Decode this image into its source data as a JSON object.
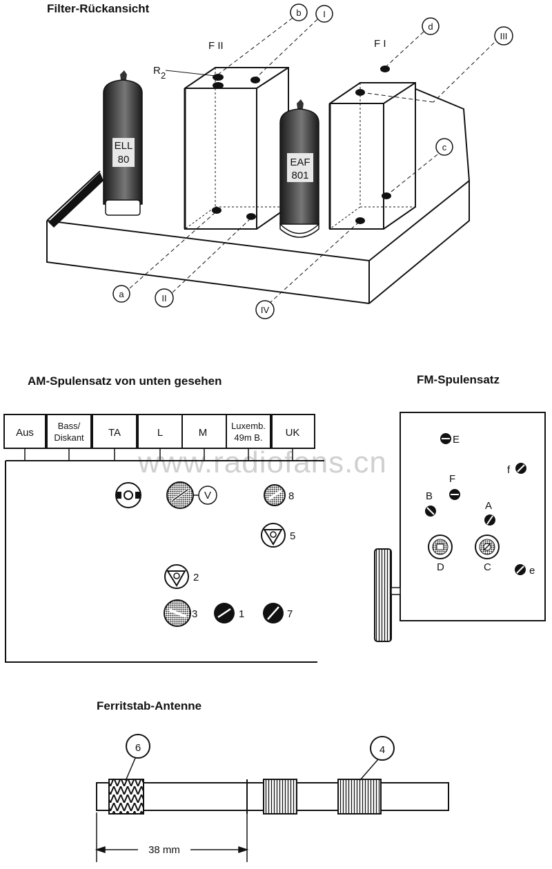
{
  "colors": {
    "ink": "#111111",
    "tube": "#333333",
    "watermark": "#d0d0d0",
    "paper": "#ffffff"
  },
  "section1": {
    "title": "Filter-Rückansicht",
    "labels": {
      "f2": "F II",
      "f1": "F I",
      "r2": "R",
      "r2_sub": "2"
    },
    "tube_ell": {
      "line1": "ELL",
      "line2": "80"
    },
    "tube_eaf": {
      "line1": "EAF",
      "line2": "801"
    },
    "callouts": {
      "b": "b",
      "i": "I",
      "d": "d",
      "iii": "III",
      "c": "c",
      "a": "a",
      "ii": "II",
      "iv": "IV"
    }
  },
  "section2": {
    "title": "AM-Spulensatz von unten gesehen",
    "keys": [
      {
        "line1": "Aus",
        "line2": ""
      },
      {
        "line1": "Bass/",
        "line2": "Diskant"
      },
      {
        "line1": "TA",
        "line2": ""
      },
      {
        "line1": "L",
        "line2": ""
      },
      {
        "line1": "M",
        "line2": ""
      },
      {
        "line1": "Luxemb.",
        "line2": "49m B."
      },
      {
        "line1": "UK",
        "line2": ""
      }
    ],
    "points": {
      "v": "V",
      "p8": "8",
      "p5": "5",
      "p2": "2",
      "p3": "3",
      "p1": "1",
      "p7": "7"
    }
  },
  "section3": {
    "title": "FM-Spulensatz",
    "points": {
      "E": "E",
      "f": "f",
      "F": "F",
      "B": "B",
      "A": "A",
      "D": "D",
      "C": "C",
      "e": "e"
    }
  },
  "section4": {
    "title": "Ferritstab-Antenne",
    "callouts": {
      "six": "6",
      "four": "4"
    },
    "dimension": "38 mm"
  },
  "watermark": "www.radiofans.cn"
}
